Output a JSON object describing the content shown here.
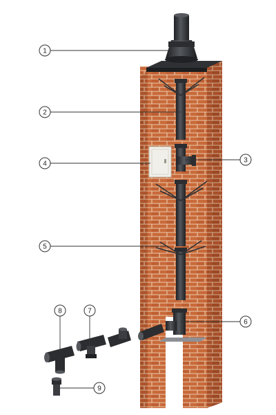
{
  "colors": {
    "brick": "#c96a3a",
    "brick_dark": "#a8502a",
    "mortar": "#e8c7a8",
    "pipe": "#2b2d30",
    "pipe_hi": "#55585c",
    "callout_line": "#333333",
    "door": "#f1efe9"
  },
  "callouts": [
    {
      "id": "1",
      "label": "1"
    },
    {
      "id": "2",
      "label": "2"
    },
    {
      "id": "3",
      "label": "3"
    },
    {
      "id": "4",
      "label": "4"
    },
    {
      "id": "5",
      "label": "5"
    },
    {
      "id": "6",
      "label": "6"
    },
    {
      "id": "7",
      "label": "7"
    },
    {
      "id": "8",
      "label": "8"
    },
    {
      "id": "9",
      "label": "9"
    }
  ],
  "icons": {
    "chimney": "brick-chimney-illustration",
    "flue": "flue-pipe-system"
  }
}
